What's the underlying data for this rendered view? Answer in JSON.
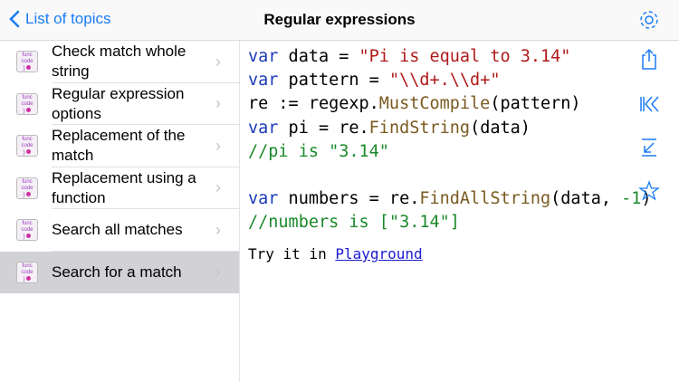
{
  "header": {
    "back_label": "List of topics",
    "title": "Regular expressions"
  },
  "topics": [
    {
      "label": "Check match whole string",
      "selected": false
    },
    {
      "label": "Regular expression options",
      "selected": false
    },
    {
      "label": "Replacement of the match",
      "selected": false
    },
    {
      "label": "Replacement using a function",
      "selected": false
    },
    {
      "label": "Search all matches",
      "selected": false
    },
    {
      "label": "Search for a match",
      "selected": true
    }
  ],
  "topic_icon": {
    "line1": "func",
    "line2": "code",
    "line3": "}"
  },
  "code": {
    "l1a": "var",
    " l1b": " data = ",
    "l1c": "\"Pi is equal to 3.14\"",
    "l2a": "var",
    "l2b": " pattern = ",
    "l2c": "\"\\\\d+.\\\\d+\"",
    "l3a": "re := regexp.",
    "l3b": "MustCompile",
    "l3c": "(pattern)",
    "l4a": "var",
    "l4b": " pi = re.",
    "l4c": "FindString",
    "l4d": "(data)",
    "l5": "//pi is \"3.14\"",
    "l7a": "var",
    "l7b": " numbers = re.",
    "l7c": "FindAllString",
    "l7d": "(data, ",
    "l7e": "-1",
    ")": ")",
    "l7f": ")",
    "l8": "//numbers is [\"3.14\"]"
  },
  "try": {
    "text": "Try it in ",
    "link": "Playground"
  },
  "colors": {
    "accent": "#1a7cf5",
    "keyword": "#1a3ab8",
    "string": "#b01a1a",
    "function": "#7a5a20",
    "comment": "#1a8a2a",
    "selected_row": "#d1d1d6"
  }
}
